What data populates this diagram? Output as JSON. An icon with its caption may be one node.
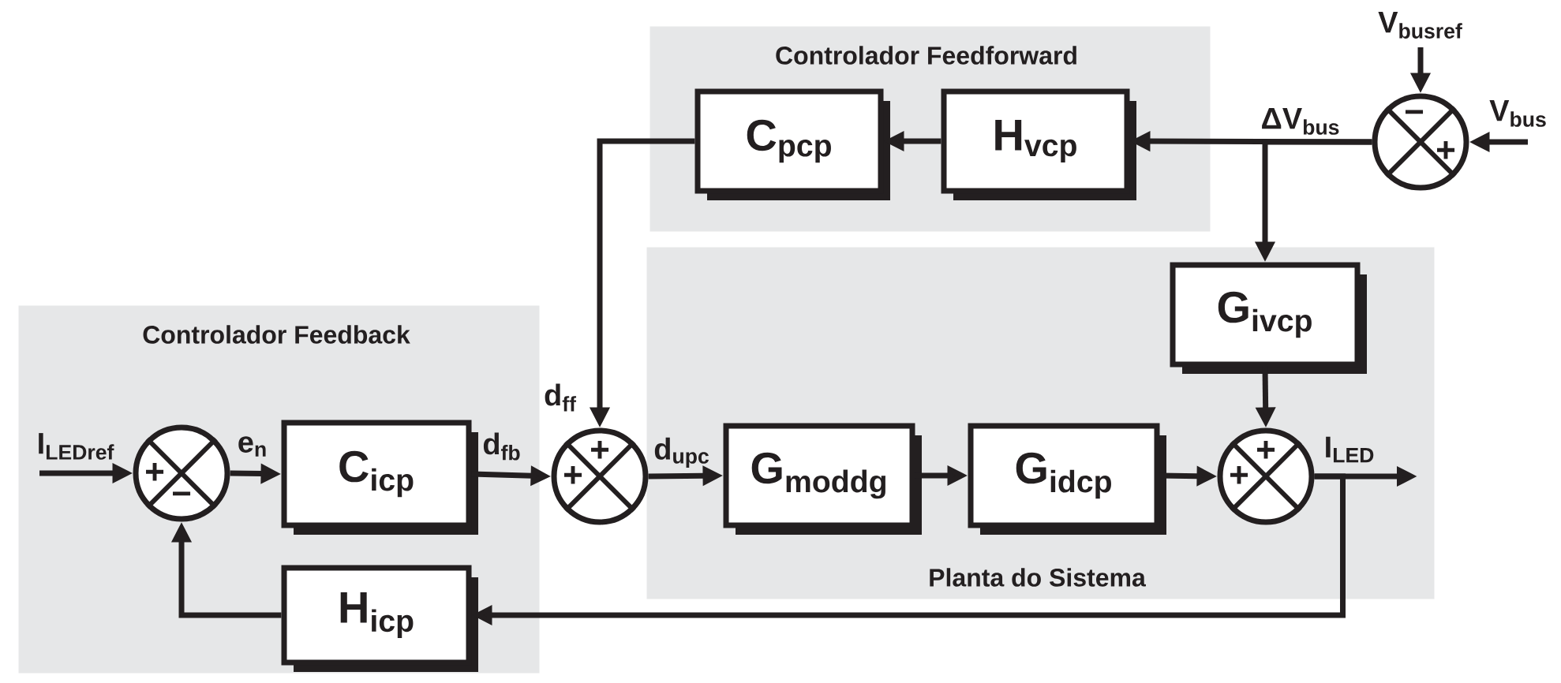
{
  "diagram": {
    "nodes": [
      {
        "text": [
          "Controlador Feedforward"
        ]
      },
      {
        "text": [
          "Controlador Feedback"
        ]
      },
      {
        "text": [
          "Planta do Sistema"
        ]
      },
      {
        "text": [
          "C$_{pcp}$"
        ],
        "in": 0
      },
      {
        "text": [
          "H$_{vcp}$"
        ],
        "in": 0
      },
      {
        "text": [
          "−",
          "+"
        ]
      },
      {
        "text": [
          "G$_{ivcp}$"
        ],
        "in": 2
      },
      {
        "text": [
          "+",
          "−"
        ],
        "in": 1
      },
      {
        "text": [
          "C$_{icp}$"
        ],
        "in": 1
      },
      {
        "text": [
          "+",
          "+"
        ]
      },
      {
        "text": [
          "G$_{moddg}$"
        ],
        "in": 2
      },
      {
        "text": [
          "G$_{idcp}$"
        ],
        "in": 2
      },
      {
        "text": [
          "+",
          "+"
        ],
        "in": 2
      },
      {
        "text": [
          "H$_{icp}$"
        ],
        "in": 1
      }
    ],
    "edges": [
      {
        "from": null,
        "to": 7,
        "arrow": "to",
        "label": "I$_{LEDref}$"
      },
      {
        "from": 7,
        "to": 8,
        "arrow": "to",
        "label": "e$_{n}$"
      },
      {
        "from": 8,
        "to": 9,
        "arrow": "to",
        "label": "d$_{fb}$"
      },
      {
        "from": 9,
        "to": 10,
        "arrow": "to",
        "label": "d$_{upc}$"
      },
      {
        "from": 10,
        "to": 11,
        "arrow": "to"
      },
      {
        "from": 11,
        "to": 12,
        "arrow": "to"
      },
      {
        "from": 12,
        "to": null,
        "arrow": "to",
        "label": "I$_{LED}$"
      },
      {
        "from": 12,
        "to": 13,
        "arrow": "to"
      },
      {
        "from": 13,
        "to": 7,
        "arrow": "to"
      },
      {
        "from": 6,
        "to": 12,
        "arrow": "to"
      },
      {
        "from": 5,
        "to": 4,
        "arrow": "to",
        "label": "ΔV$_{bus}$"
      },
      {
        "from": 5,
        "to": 6,
        "arrow": "to"
      },
      {
        "from": 4,
        "to": 3,
        "arrow": "to"
      },
      {
        "from": 3,
        "to": 9,
        "arrow": "to",
        "label": "d$_{ff}$"
      },
      {
        "from": null,
        "to": 5,
        "arrow": "to",
        "label": "V$_{busref}$"
      },
      {
        "from": null,
        "to": 5,
        "arrow": "to",
        "label": "V$_{bus}$"
      }
    ]
  }
}
